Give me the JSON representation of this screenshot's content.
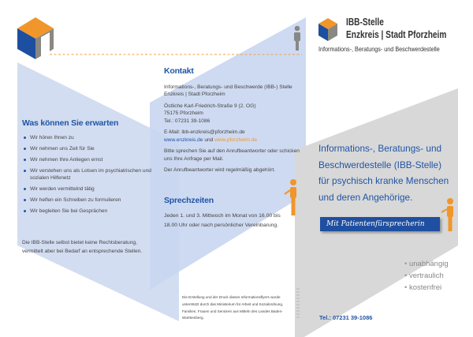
{
  "brand": {
    "line1": "IBB-Stelle",
    "line2": "Enzkreis | Stadt Pforzheim",
    "subtitle": "Informations-, Beratungs- und Beschwerdestelle"
  },
  "colors": {
    "blue": "#1f55a5",
    "orange": "#f0962a",
    "panel_blue": "#d3ddf1",
    "panel_gray": "#d8d8d8"
  },
  "expect": {
    "title": "Was können Sie erwarten",
    "items": [
      "Wir hören Ihnen zu",
      "Wir nehmen uns Zeit für Sie",
      "Wir nehmen Ihre Anliegen ernst",
      "Wir verstehen uns als Lotsen im psychiatrischen und sozialen Hilfenetz",
      "Wir werden vermittelnd tätig",
      "Wir helfen ein Schreiben zu formulieren",
      "Wir begleiten Sie bei Gesprächen"
    ],
    "note": "Die IBB-Stelle selbst bietet keine Rechtsberatung, vermittelt aber bei Bedarf an entsprechende Stellen."
  },
  "contact": {
    "title": "Kontakt",
    "org1": "Informations-, Beratungs- und Beschwerde (IBB-) Stelle",
    "org2": "Enzkreis | Stadt Pforzheim",
    "street": "Östliche Karl-Friedrich-Straße 9 (2. OG)",
    "city": "75175 Pforzheim",
    "tel": "Tel.: 07231 39-1086",
    "email": "E-Mail: ibb-enzkreis@pforzheim.de",
    "link1": "www.enzkreis.de",
    "and": " und ",
    "link2": "www.pforzheim.de",
    "note1": "Bitte sprechen Sie auf den Anrufbeantworter oder schicken uns Ihre Anfrage per Mail.",
    "note2": "Der Anrufbeantworter wird regelmäßig abgehört."
  },
  "hours": {
    "title": "Sprechzeiten",
    "text": "Jeden 1. und 3. Mittwoch im Monat von 16.00 bis 18.00 Uhr oder nach persönlicher Vereinbarung."
  },
  "funding": "Die Erstellung und der Druck dieses Informationsflyers wurde unterstützt durch das Ministerium für Arbeit und Sozialordnung, Familien, Frauen und Senioren aus Mitteln des Landes Baden-Württemberg.",
  "hero": {
    "l1": "Informations-, Beratungs- und",
    "l2": "Beschwerdestelle (IBB-Stelle)",
    "l3": "für psychisch kranke Menschen",
    "l4": "und deren Angehörige.",
    "badge": "Mit Patientenfürsprecherin"
  },
  "features": [
    "unabhängig",
    "vertraulich",
    "kostenfrei"
  ],
  "footer_tel": "Tel.: 07231 39-1086"
}
